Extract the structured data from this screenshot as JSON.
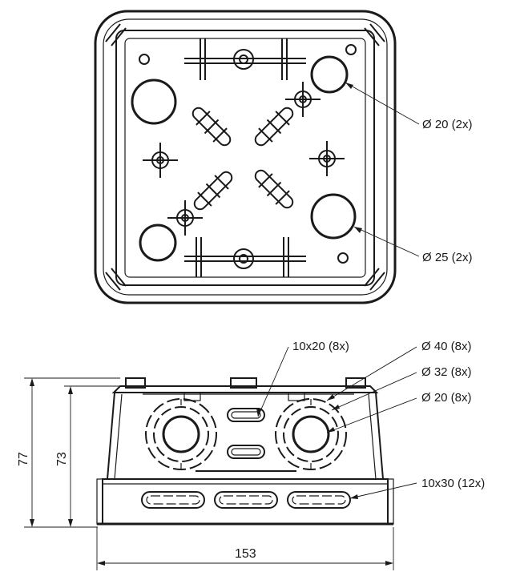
{
  "top_view": {
    "callouts": [
      {
        "id": "hole-20",
        "text": "Ø 20 (2x)"
      },
      {
        "id": "hole-25",
        "text": "Ø 25 (2x)"
      }
    ]
  },
  "side_view": {
    "callouts": [
      {
        "id": "slot-10x20",
        "text": "10x20 (8x)"
      },
      {
        "id": "knock-40",
        "text": "Ø 40 (8x)"
      },
      {
        "id": "knock-32",
        "text": "Ø 32 (8x)"
      },
      {
        "id": "knock-20",
        "text": "Ø 20 (8x)"
      },
      {
        "id": "slot-10x30",
        "text": "10x30 (12x)"
      }
    ],
    "dimensions": {
      "height_outer": "77",
      "height_inner": "73",
      "width": "153"
    }
  }
}
